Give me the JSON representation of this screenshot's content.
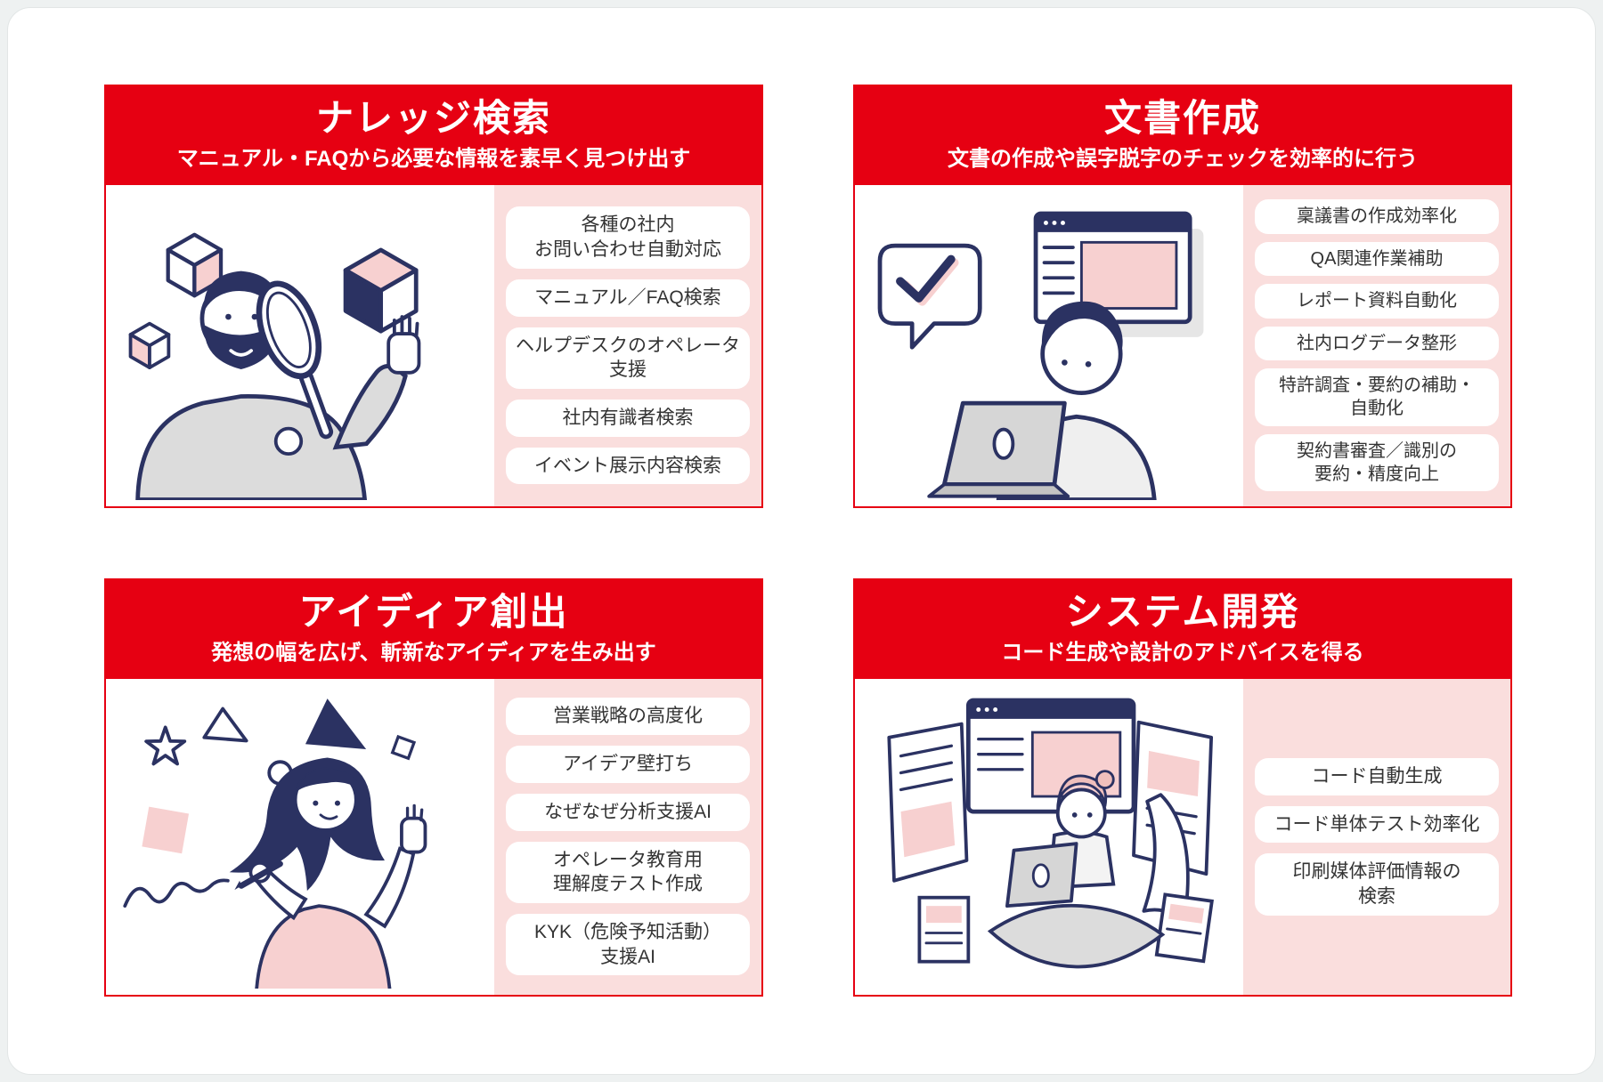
{
  "colors": {
    "header_red": "#e60012",
    "panel_pink": "#fadedd",
    "pill_background": "#ffffff",
    "pill_text": "#333333",
    "illustration_navy": "#2b3262",
    "illustration_pink": "#f7d0d0"
  },
  "cards": [
    {
      "id": "knowledge-search",
      "title": "ナレッジ検索",
      "subtitle": "マニュアル・FAQから必要な情報を素早く見つけ出す",
      "illustration": "man-with-magnifying-glass-and-cubes",
      "features": [
        "各種の社内\nお問い合わせ自動対応",
        "マニュアル／FAQ検索",
        "ヘルプデスクのオペレータ\n支援",
        "社内有識者検索",
        "イベント展示内容検索"
      ]
    },
    {
      "id": "document-creation",
      "title": "文書作成",
      "subtitle": "文書の作成や誤字脱字のチェックを効率的に行う",
      "illustration": "person-at-laptop-with-check-bubble-and-browser",
      "features": [
        "稟議書の作成効率化",
        "QA関連作業補助",
        "レポート資料自動化",
        "社内ログデータ整形",
        "特許調査・要約の補助・\n自動化",
        "契約書審査／識別の\n要約・精度向上"
      ]
    },
    {
      "id": "idea-generation",
      "title": "アイディア創出",
      "subtitle": "発想の幅を広げ、斬新なアイディアを生み出す",
      "illustration": "woman-with-pen-and-geometric-shapes",
      "features": [
        "営業戦略の高度化",
        "アイデア壁打ち",
        "なぜなぜ分析支援AI",
        "オペレータ教育用\n理解度テスト作成",
        "KYK（危険予知活動）\n支援AI"
      ]
    },
    {
      "id": "system-development",
      "title": "システム開発",
      "subtitle": "コード生成や設計のアドバイスを得る",
      "illustration": "person-with-laptop-surrounded-by-screens",
      "features": [
        "コード自動生成",
        "コード単体テスト効率化",
        "印刷媒体評価情報の\n検索"
      ]
    }
  ]
}
